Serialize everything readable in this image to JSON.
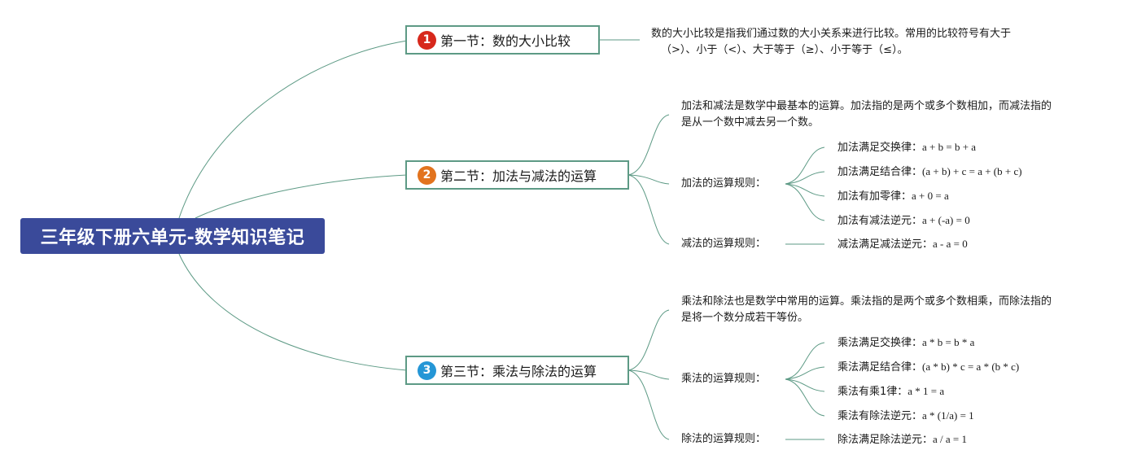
{
  "root": {
    "title": "三年级下册六单元-数学知识笔记",
    "color": "#3a4a9a"
  },
  "line_color": "#5d9a85",
  "sections": [
    {
      "number": "1",
      "badge_color": "#d7281c",
      "title": "第一节：数的大小比较",
      "description": [
        "数的大小比较是指我们通过数的大小关系来进行比较。常用的比较符号有大于",
        "（>）、小于（<）、大于等于（≥）、小于等于（≤）。"
      ]
    },
    {
      "number": "2",
      "badge_color": "#e2731e",
      "title": "第二节：加法与减法的运算",
      "description": [
        "加法和减法是数学中最基本的运算。加法指的是两个或多个数相加，而减法指的",
        "是从一个数中减去另一个数。"
      ],
      "groups": [
        {
          "label": "加法的运算规则：",
          "rules": [
            {
              "name": "加法满足交换律：",
              "formula": "a + b = b + a"
            },
            {
              "name": "加法满足结合律：",
              "formula": "(a + b) + c = a + (b + c)"
            },
            {
              "name": "加法有加零律：",
              "formula": "a + 0 = a"
            },
            {
              "name": "加法有减法逆元：",
              "formula": "a + (-a) = 0"
            }
          ]
        },
        {
          "label": "减法的运算规则：",
          "rules": [
            {
              "name": "减法满足减法逆元：",
              "formula": "a - a = 0"
            }
          ]
        }
      ]
    },
    {
      "number": "3",
      "badge_color": "#2496d6",
      "title": "第三节：乘法与除法的运算",
      "description": [
        "乘法和除法也是数学中常用的运算。乘法指的是两个或多个数相乘，而除法指的",
        "是将一个数分成若干等份。"
      ],
      "groups": [
        {
          "label": "乘法的运算规则：",
          "rules": [
            {
              "name": "乘法满足交换律：",
              "formula": "a * b = b * a"
            },
            {
              "name": "乘法满足结合律：",
              "formula": "(a * b) * c = a * (b * c)"
            },
            {
              "name": "乘法有乘1律：",
              "formula": "a * 1 = a"
            },
            {
              "name": "乘法有除法逆元：",
              "formula": "a * (1/a) = 1"
            }
          ]
        },
        {
          "label": "除法的运算规则：",
          "rules": [
            {
              "name": "除法满足除法逆元：",
              "formula": "a / a = 1"
            }
          ]
        }
      ]
    }
  ]
}
